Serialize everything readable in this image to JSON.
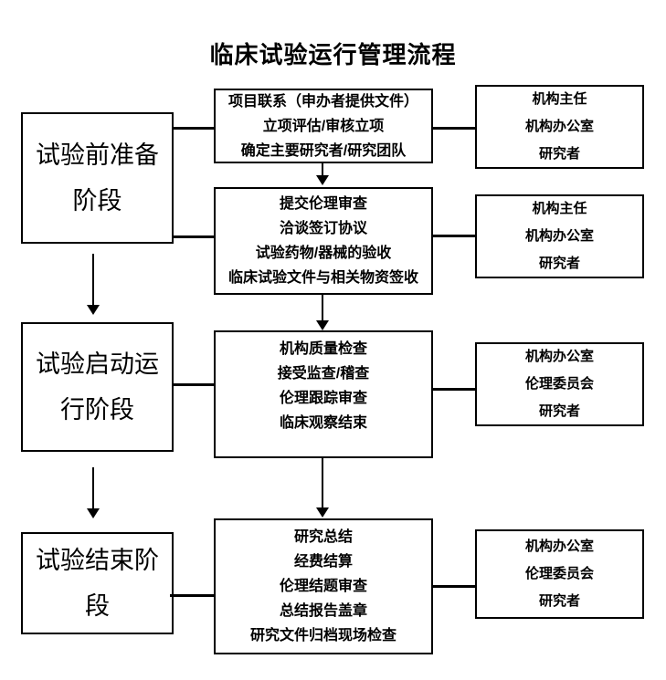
{
  "title": "临床试验运行管理流程",
  "stages": [
    {
      "lines": [
        "试验前准备",
        "阶段"
      ]
    },
    {
      "lines": [
        "试验启动运",
        "行阶段"
      ]
    },
    {
      "lines": [
        "试验结束阶",
        "段"
      ]
    }
  ],
  "processes": [
    {
      "lines": [
        "项目联系（申办者提供文件）",
        "立项评估/审核立项",
        "确定主要研究者/研究团队"
      ]
    },
    {
      "lines": [
        "提交伦理审查",
        "洽谈签订协议",
        "试验药物/器械的验收",
        "临床试验文件与相关物资签收"
      ]
    },
    {
      "lines": [
        "机构质量检查",
        "接受监查/稽查",
        "伦理跟踪审查",
        "临床观察结束"
      ]
    },
    {
      "lines": [
        "研究总结",
        "经费结算",
        "伦理结题审查",
        "总结报告盖章",
        "研究文件归档现场检查"
      ]
    }
  ],
  "roles": [
    {
      "lines": [
        "机构主任",
        "机构办公室",
        "研究者"
      ]
    },
    {
      "lines": [
        "机构主任",
        "机构办公室",
        "研究者"
      ]
    },
    {
      "lines": [
        "机构办公室",
        "伦理委员会",
        "研究者"
      ]
    },
    {
      "lines": [
        "机构办公室",
        "伦理委员会",
        "研究者"
      ]
    }
  ],
  "colors": {
    "line": "#000000",
    "background": "#ffffff",
    "text": "#000000"
  }
}
